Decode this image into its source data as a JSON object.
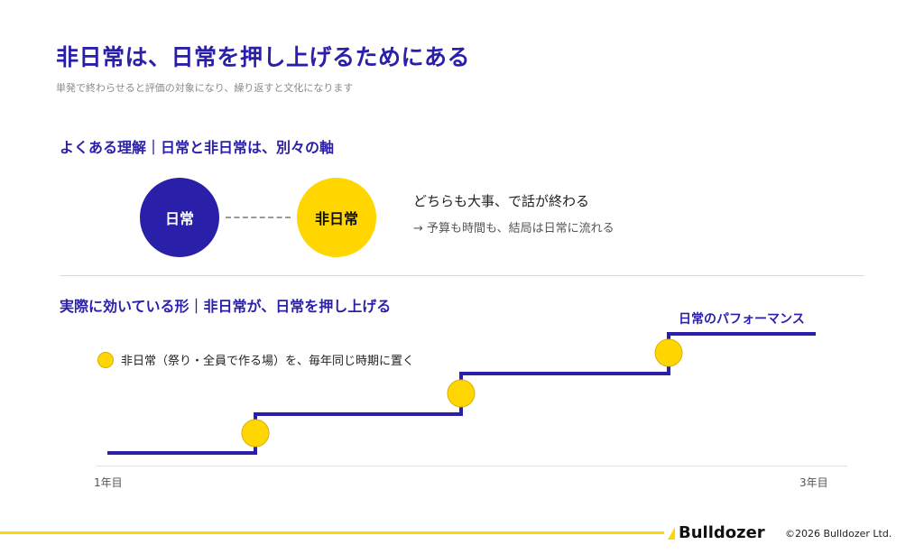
{
  "header": {
    "title": "非日常は、日常を押し上げるためにある",
    "subtitle": "単発で終わらせると評価の対象になり、繰り返すと文化になります"
  },
  "section1": {
    "heading": "よくある理解｜日常と非日常は、別々の軸",
    "daily_label": "日常",
    "nondaily_label": "非日常",
    "text": "どちらも大事、で話が終わる",
    "subtext": "→ 予算も時間も、結局は日常に流れる"
  },
  "section2": {
    "heading": "実際に効いている形｜非日常が、日常を押し上げる",
    "legend_label": "非日常（祭り・全員で作る場）を、毎年同じ時期に置く",
    "performance_label": "日常のパフォーマンス",
    "axis_start": "1年目",
    "axis_end": "3年目"
  },
  "footer": {
    "brand": "Bulldozer",
    "copyright": "©2026 Bulldozer Ltd."
  },
  "colors": {
    "primary": "#2A1FA8",
    "accent": "#FFD600"
  }
}
